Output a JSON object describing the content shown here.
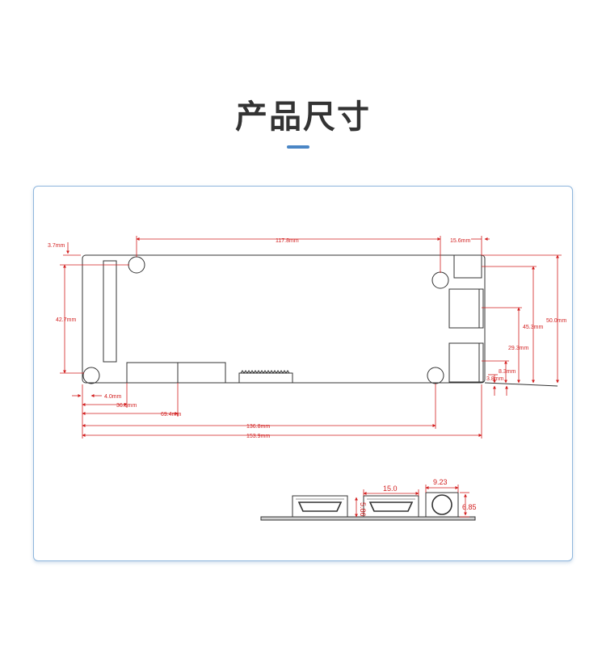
{
  "title": "产品尺寸",
  "colors": {
    "accent": "#4a86c5",
    "dimension": "#d21f1f",
    "outline": "#333333",
    "panel_border": "#8fb6dd"
  },
  "top_view": {
    "dims": {
      "top_offset": "3.7mm",
      "left_height": "42.7mm",
      "hole_span_top": "117.8mm",
      "right_width": "15.6mm",
      "x_4": "4.0mm",
      "x_36": "36.5mm",
      "x_69": "69.4mm",
      "x_136": "136.8mm",
      "x_153": "153.9mm",
      "h_50": "50.0mm",
      "h_45": "45.3mm",
      "h_29": "29.3mm",
      "h_8": "8.3mm",
      "h_3": "3.8mm"
    }
  },
  "side_view": {
    "dims": {
      "hdmi_width": "15.0",
      "hdmi_height": "5.86",
      "jack_width": "9.23",
      "jack_height": "6.85"
    }
  }
}
